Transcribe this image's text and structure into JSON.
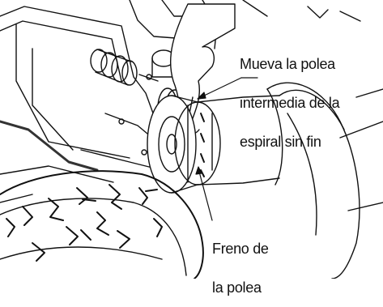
{
  "callouts": {
    "idler_pulley": {
      "line1": "Mueva la polea",
      "line2": "intermedia de la",
      "line3": "espiral sin fin"
    },
    "pulley_brake": {
      "line1": "Freno de",
      "line2": "la polea"
    }
  },
  "colors": {
    "ink": "#111111",
    "background": "#ffffff"
  }
}
